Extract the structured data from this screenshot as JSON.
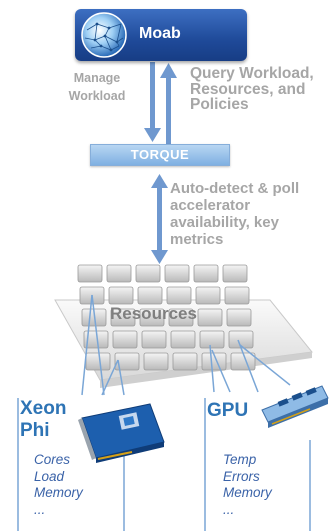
{
  "moab": {
    "label": "Moab",
    "logo_icon": "moab-globe-logo"
  },
  "torque": {
    "label": "TORQUE"
  },
  "flows": {
    "manage_label": "Manage Workload",
    "query_label": "Query Workload, Resources, and Policies",
    "autodetect_label": "Auto-detect & poll accelerator availability, key metrics"
  },
  "resources": {
    "label": "Resources"
  },
  "xeon_phi": {
    "title": "Xeon Phi",
    "icon": "xeon-phi-card-icon",
    "metrics": [
      "Cores",
      "Load",
      "Memory",
      "..."
    ]
  },
  "gpu": {
    "title": "GPU",
    "icon": "gpu-card-icon",
    "metrics": [
      "Temp",
      "Errors",
      "Memory",
      "..."
    ]
  },
  "colors": {
    "moab_blue": "#1f4a99",
    "torque_blue": "#9fc5ec",
    "arrow_blue": "#6f98cf",
    "accent_blue": "#2e74b5",
    "label_gray": "#a6a6a6"
  }
}
